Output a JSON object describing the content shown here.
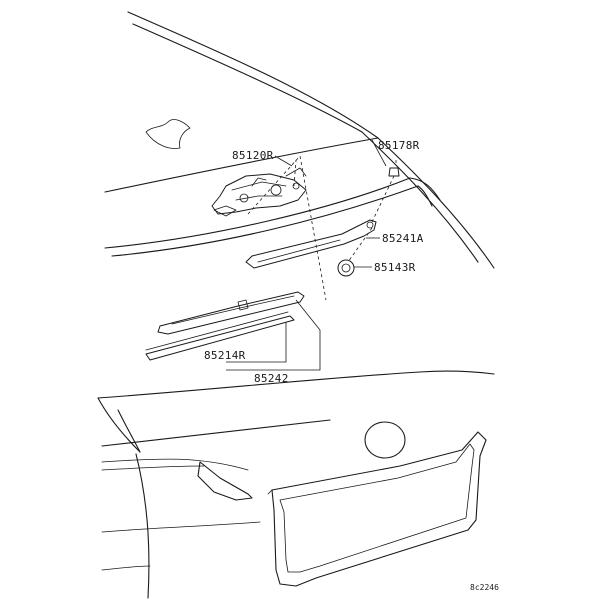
{
  "parts": {
    "wiper_motor": "85120R",
    "pivot_cap": "85178R",
    "wiper_arm": "85241A",
    "nut_cap": "85143R",
    "wiper_blade_insert": "85214R",
    "wiper_blade": "85242"
  },
  "diagram_code": "8c2246"
}
